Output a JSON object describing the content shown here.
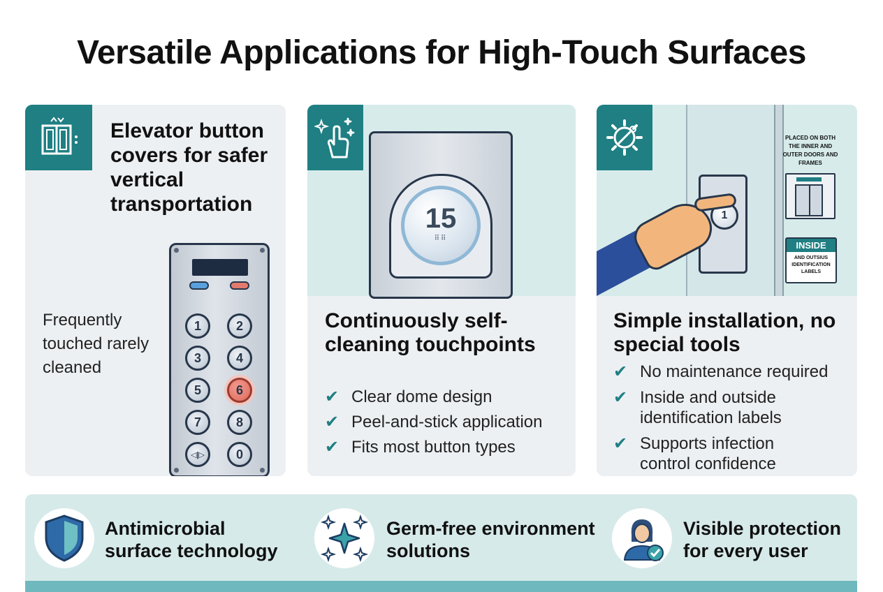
{
  "title": "Versatile Applications for High-Touch Surfaces",
  "colors": {
    "teal": "#1f7f83",
    "light_teal": "#d7ebeb",
    "card_bg": "#edf0f3",
    "navy": "#27364a"
  },
  "card1": {
    "icon": "elevator-icon",
    "heading": "Elevator button covers for safer vertical transportation",
    "side_text": "Frequently touched rarely cleaned",
    "panel_buttons": [
      "1",
      "2",
      "3",
      "4",
      "5",
      "6",
      "7",
      "8",
      "◁|▷",
      "0"
    ],
    "highlighted_button": "6"
  },
  "card2": {
    "icon": "hand-sparkle-icon",
    "dome_number": "15",
    "heading": "Continuously self-cleaning touchpoints",
    "checks": [
      "Clear dome design",
      "Peel-and-stick application",
      "Fits most button types"
    ]
  },
  "card3": {
    "icon": "gear-wrench-icon",
    "plate_number": "1",
    "note": "PLACED ON BOTH THE INNER AND OUTER DOORS AND FRAMES",
    "label_head": "INSIDE",
    "label_sub": "AND OUTSIUS IDENTIFICATION LABELS",
    "heading": "Simple installation, no special tools",
    "checks": [
      "No maintenance required",
      "Inside and outside identification labels",
      "Supports infection control confidence"
    ]
  },
  "features": [
    {
      "icon": "shield-icon",
      "text": "Antimicrobial surface technology"
    },
    {
      "icon": "sparkle-icon",
      "text": "Germ-free environment solutions"
    },
    {
      "icon": "user-check-icon",
      "text": "Visible protection for every user"
    }
  ]
}
